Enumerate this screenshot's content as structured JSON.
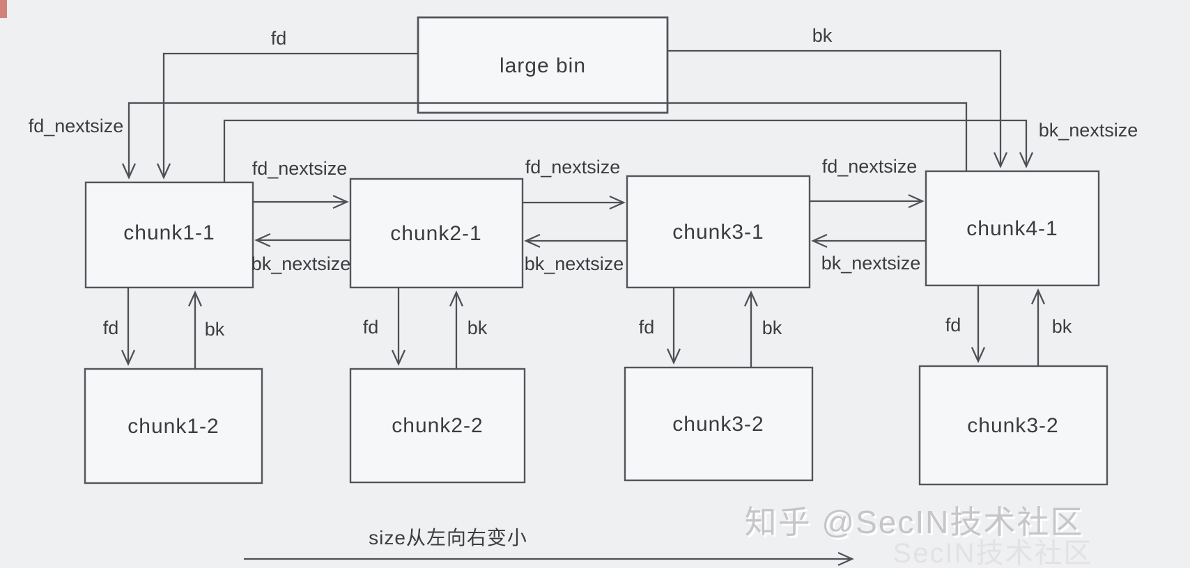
{
  "diagram": {
    "bin": {
      "label": "large bin"
    },
    "row1": [
      {
        "label": "chunk1-1"
      },
      {
        "label": "chunk2-1"
      },
      {
        "label": "chunk3-1"
      },
      {
        "label": "chunk4-1"
      }
    ],
    "row2": [
      {
        "label": "chunk1-2"
      },
      {
        "label": "chunk2-2"
      },
      {
        "label": "chunk3-2"
      },
      {
        "label": "chunk3-2"
      }
    ],
    "edge_labels": {
      "top_fd": "fd",
      "top_bk": "bk",
      "wrap_fd": "fd_nextsize",
      "wrap_bk": "bk_nextsize",
      "h_pairs": [
        {
          "fd": "fd_nextsize",
          "bk": "bk_nextsize"
        },
        {
          "fd": "fd_nextsize",
          "bk": "bk_nextsize"
        },
        {
          "fd": "fd_nextsize",
          "bk": "bk_nextsize"
        }
      ],
      "v_pairs": [
        {
          "fd": "fd",
          "bk": "bk"
        },
        {
          "fd": "fd",
          "bk": "bk"
        },
        {
          "fd": "fd",
          "bk": "bk"
        },
        {
          "fd": "fd",
          "bk": "bk"
        }
      ]
    },
    "caption": "size从左向右变小"
  },
  "watermark": {
    "main": "知乎 @SecIN技术社区",
    "echo": "SecIN技术社区"
  },
  "colors": {
    "background": "#eff0f1",
    "box_fill": "#f6f7f8",
    "box_stroke": "#54555b",
    "line": "#4f5056",
    "text": "#3b3c40",
    "watermark": "#c6c6c9",
    "watermark_shadow": "#ffffff",
    "sliver": "#d2827b"
  }
}
